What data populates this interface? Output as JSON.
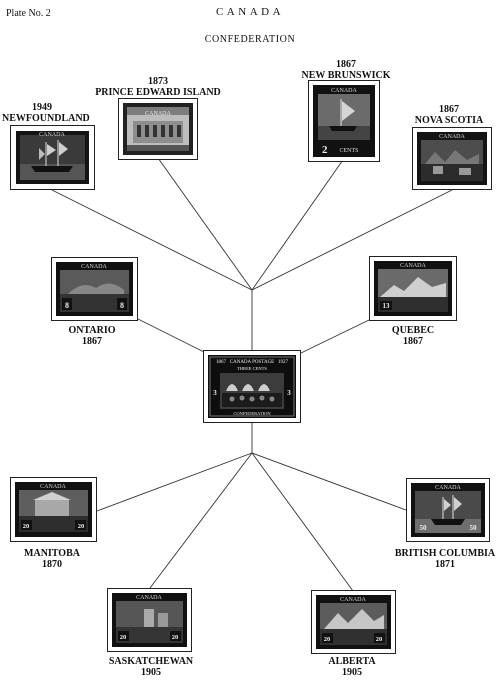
{
  "header": {
    "plate_label": "Plate No. 2",
    "country": "CANADA",
    "subtitle": "CONFEDERATION"
  },
  "central_stamp": {
    "top_left_year": "1867",
    "top_right_year": "1927",
    "inscription": "CANADA POSTAGE",
    "denomination": "THREE CENTS",
    "value_left": "3",
    "value_right": "3",
    "caption": "CONFEDERATION"
  },
  "provinces": {
    "newfoundland": {
      "year": "1949",
      "name": "NEWFOUNDLAND",
      "stamp_text": "CANADA"
    },
    "prince_edward_island": {
      "year": "1873",
      "name": "PRINCE EDWARD ISLAND",
      "stamp_text": "CANADA"
    },
    "new_brunswick": {
      "year": "1867",
      "name": "NEW BRUNSWICK",
      "stamp_text": "CANADA",
      "stamp_value": "2",
      "stamp_value_text": "CENTS"
    },
    "nova_scotia": {
      "year": "1867",
      "name": "NOVA SCOTIA",
      "stamp_text": "CANADA"
    },
    "ontario": {
      "name": "ONTARIO",
      "year": "1867",
      "stamp_text": "CANADA",
      "stamp_value": "8"
    },
    "quebec": {
      "name": "QUEBEC",
      "year": "1867",
      "stamp_text": "CANADA",
      "stamp_value": "13"
    },
    "manitoba": {
      "name": "MANITOBA",
      "year": "1870",
      "stamp_text": "CANADA",
      "stamp_value": "20"
    },
    "british_columbia": {
      "name": "BRITISH COLUMBIA",
      "year": "1871",
      "stamp_text": "CANADA",
      "stamp_value": "50"
    },
    "saskatchewan": {
      "name": "SASKATCHEWAN",
      "year": "1905",
      "stamp_text": "CANADA",
      "stamp_value": "20"
    },
    "alberta": {
      "name": "ALBERTA",
      "year": "1905",
      "stamp_text": "CANADA",
      "stamp_value": "20"
    }
  },
  "colors": {
    "ink": "#111111",
    "line": "#333333",
    "paper": "#ffffff"
  }
}
